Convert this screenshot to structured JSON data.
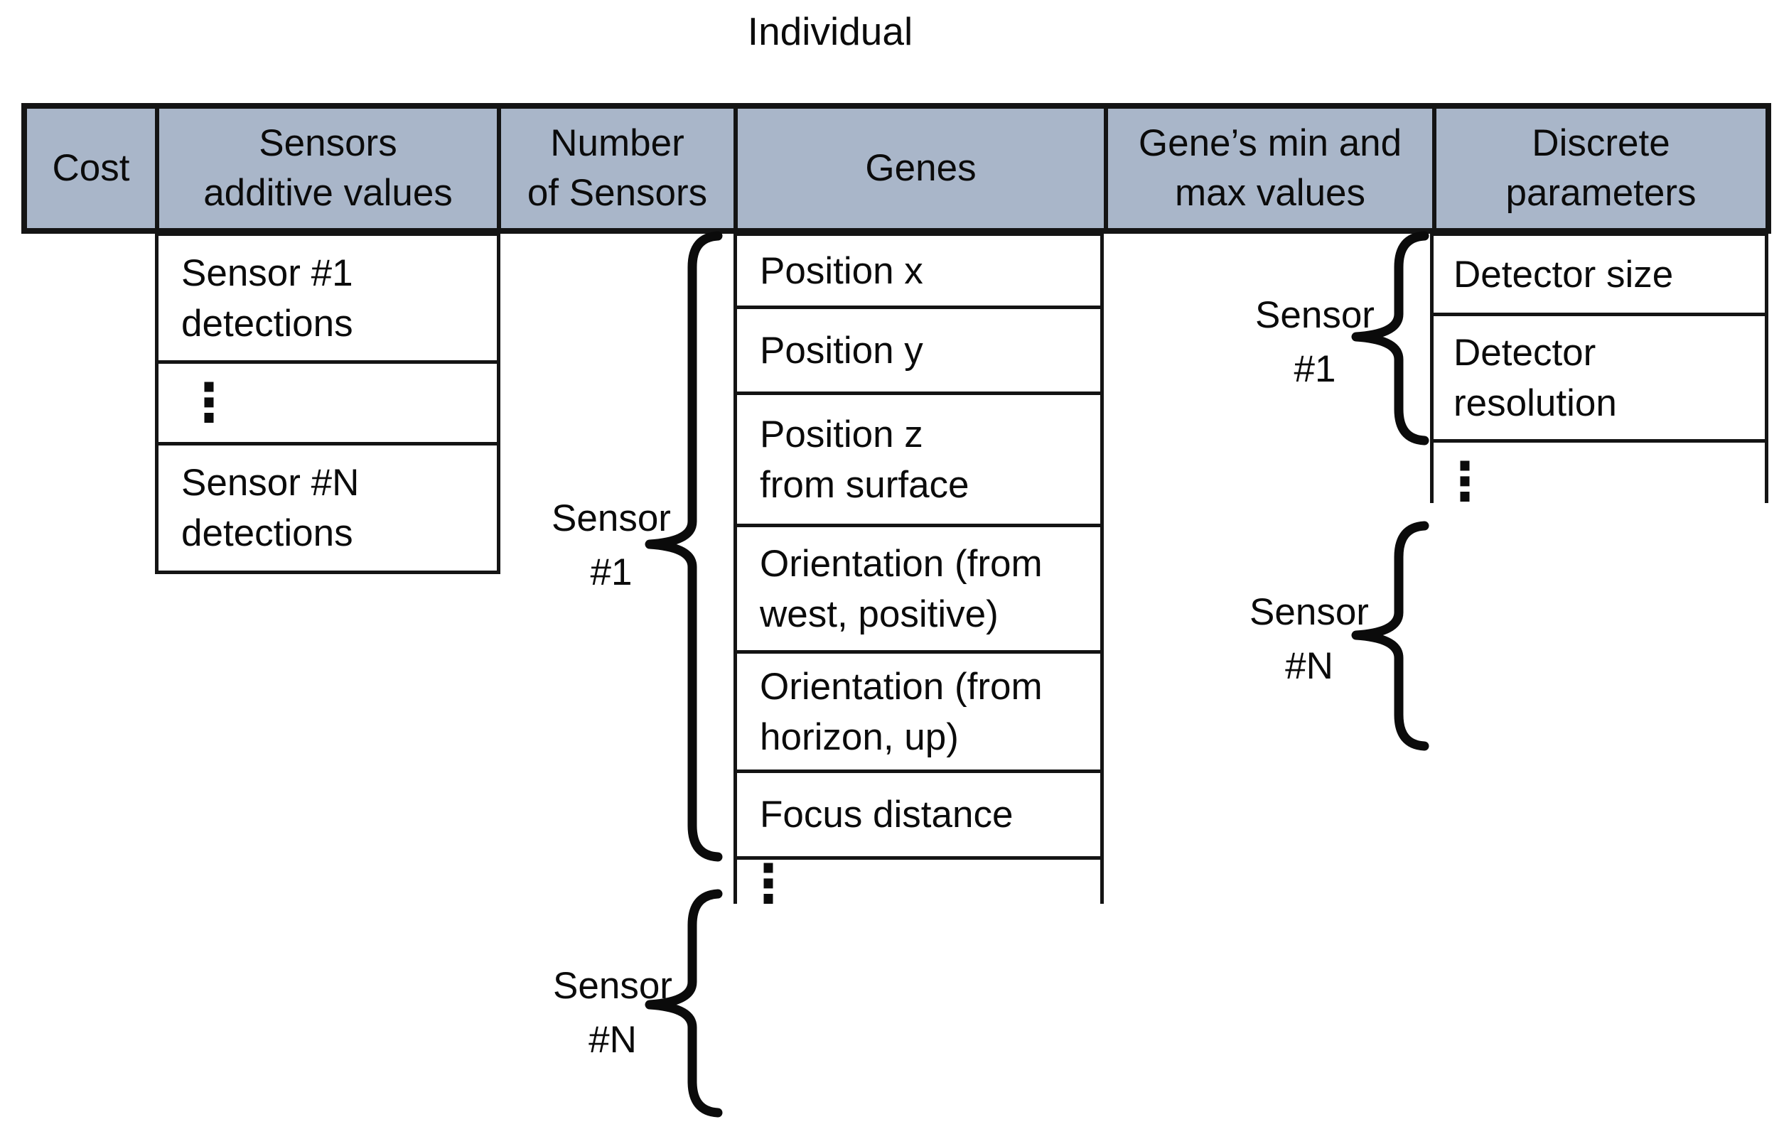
{
  "title": "Individual",
  "colors": {
    "header_bg": "#a9b6c9",
    "border": "#141414",
    "text": "#0b0b0b",
    "background": "#ffffff"
  },
  "header": {
    "columns": [
      {
        "label": "Cost"
      },
      {
        "label": "Sensors\nadditive values"
      },
      {
        "label": "Number\nof Sensors"
      },
      {
        "label": "Genes"
      },
      {
        "label": "Gene’s min and\nmax values"
      },
      {
        "label": "Discrete\nparameters"
      }
    ]
  },
  "sensors_additive_column": {
    "cells": [
      {
        "text": "Sensor #1\ndetections"
      },
      {
        "text": "⋮"
      },
      {
        "text": "Sensor #N\ndetections"
      }
    ]
  },
  "genes_column": {
    "cells": [
      {
        "text": "Position x"
      },
      {
        "text": "Position y"
      },
      {
        "text": "Position z\nfrom surface"
      },
      {
        "text": "Orientation (from\nwest, positive)"
      },
      {
        "text": "Orientation (from\nhorizon, up)"
      },
      {
        "text": "Focus distance"
      }
    ],
    "continuation_ellipsis": "⋮"
  },
  "discrete_column": {
    "cells": [
      {
        "text": "Detector size"
      },
      {
        "text": "Detector\nresolution"
      }
    ],
    "continuation_ellipsis": "⋮"
  },
  "brace_labels": {
    "genes_sensor_1": "Sensor\n#1",
    "genes_sensor_n": "Sensor\n#N",
    "minmax_sensor_1": "Sensor\n#1",
    "minmax_sensor_n": "Sensor\n#N"
  }
}
